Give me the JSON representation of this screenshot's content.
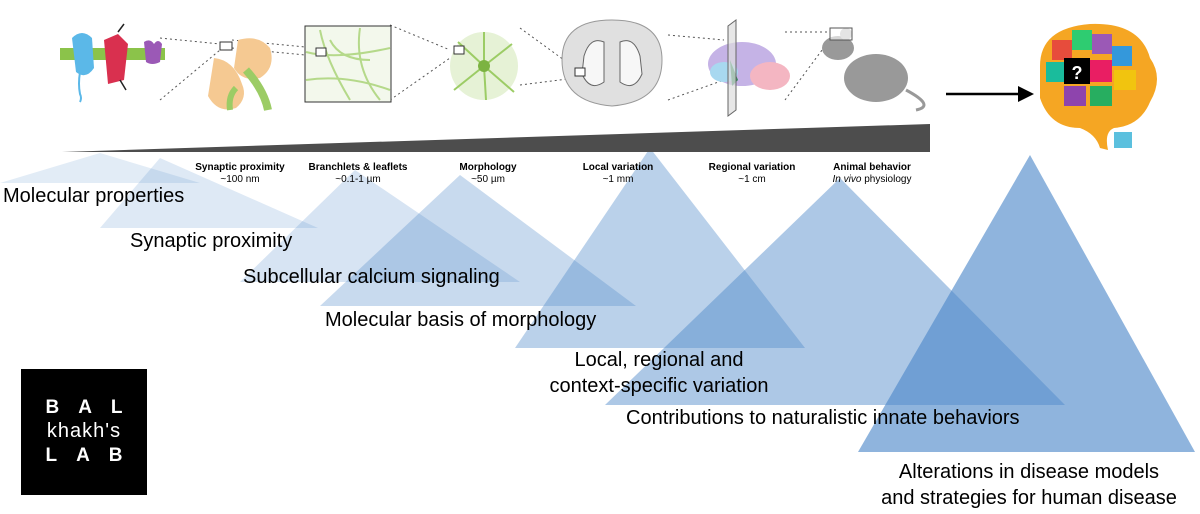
{
  "scale_labels": [
    {
      "title": "Synaptic proximity",
      "sub": "~100 nm"
    },
    {
      "title": "Branchlets & leaflets",
      "sub": "~0.1-1 µm"
    },
    {
      "title": "Morphology",
      "sub": "~50 µm"
    },
    {
      "title": "Local variation",
      "sub": "~1 mm"
    },
    {
      "title": "Regional variation",
      "sub": "~1 cm"
    },
    {
      "title": "Animal behavior",
      "sub_italic": "In vivo",
      "sub_rest": " physiology"
    }
  ],
  "themes": {
    "molecular": "Molecular properties",
    "synaptic": "Synaptic proximity",
    "calcium": "Subcellular calcium signaling",
    "morphology": "Molecular basis of morphology",
    "variation_line1": "Local, regional and",
    "variation_line2": "context-specific variation",
    "behaviors": "Contributions to naturalistic innate behaviors",
    "disease_line1": "Alterations in disease models",
    "disease_line2": "and strategies for human disease"
  },
  "logo": {
    "top": "BAL",
    "middle": "khakh's",
    "bottom": "LAB"
  },
  "brain_mark": "?",
  "colors": {
    "triangle": "#4a86c8",
    "wedge": "#4d4d4d",
    "membrane": "#8bc34a",
    "protein_blue": "#5bb8e8",
    "protein_red": "#d9304f",
    "protein_purple": "#9b59b6"
  },
  "icons": [
    "membrane-proteins-icon",
    "synapse-icon",
    "branchlets-icon",
    "astrocyte-icon",
    "brain-section-icon",
    "mouse-brain-icon",
    "mouse-icon",
    "arrow-right-icon",
    "puzzle-brain-icon"
  ]
}
